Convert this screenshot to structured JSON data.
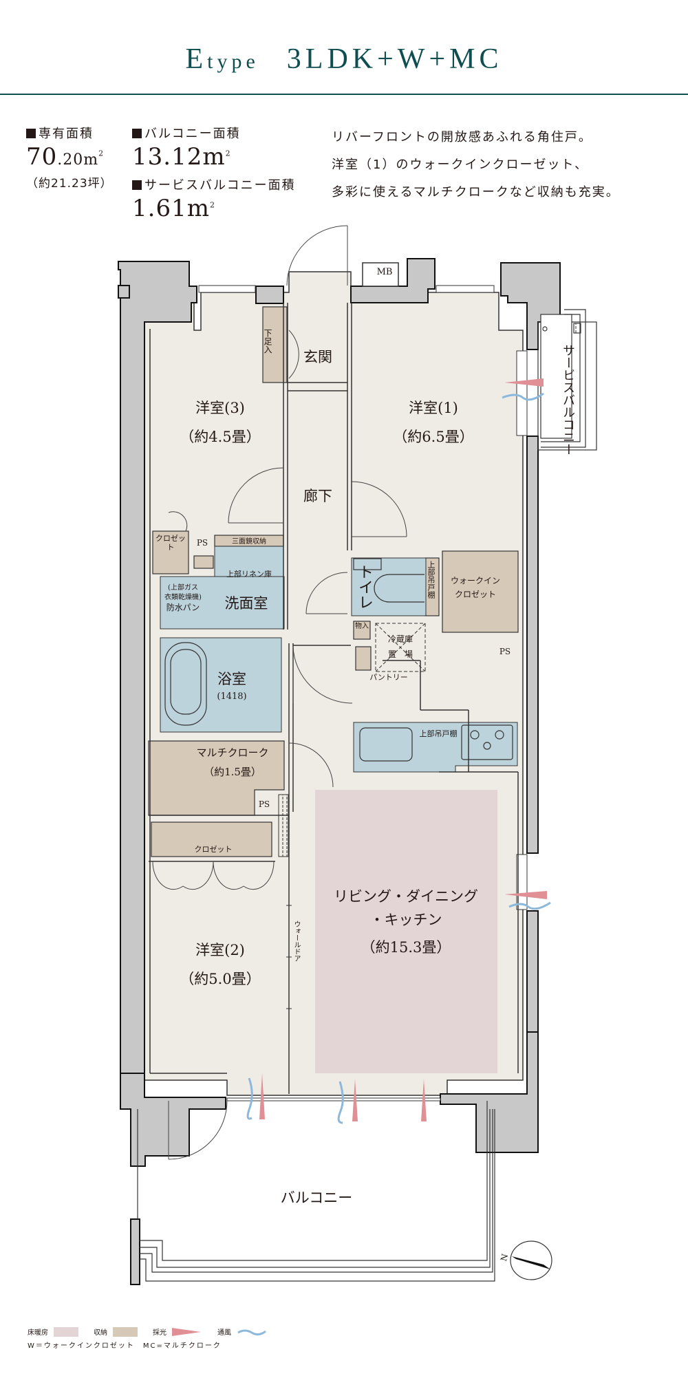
{
  "header": {
    "type_letter": "E",
    "type_word": "type",
    "layout": "3LDK+W+MC"
  },
  "areas": {
    "exclusive": {
      "label": "専有面積",
      "value_int": "70",
      "value_dec": ".20m",
      "unit_sup": "2",
      "tsubo": "（約21.23坪）"
    },
    "balcony": {
      "label": "バルコニー面積",
      "value": "13.12m",
      "unit_sup": "2"
    },
    "service_balcony": {
      "label": "サービスバルコニー面積",
      "value": "1.61m",
      "unit_sup": "2"
    }
  },
  "description": [
    "リバーフロントの開放感あふれる角住戸。",
    "洋室（1）のウォークインクローゼット、",
    "多彩に使えるマルチクロークなど収納も充実。"
  ],
  "rooms": {
    "western3": {
      "name": "洋室(3)",
      "size": "（約4.5畳）"
    },
    "western1": {
      "name": "洋室(1)",
      "size": "（約6.5畳）"
    },
    "western2": {
      "name": "洋室(2)",
      "size": "（約5.0畳）"
    },
    "ldk": {
      "name1": "リビング・ダイニング",
      "name2": "・キッチン",
      "size": "（約15.3畳）"
    },
    "entrance": "玄関",
    "hallway": "廊下",
    "washroom": "洗面室",
    "bath": {
      "name": "浴室",
      "size": "(1418)"
    },
    "toilet": "トイレ",
    "multi_cloak": {
      "name": "マルチクローク",
      "size": "（約1.5畳）"
    },
    "walk_in": {
      "name1": "ウォークイン",
      "name2": "クロゼット"
    },
    "balcony": "バルコニー",
    "service_balcony": "サービスバルコニー"
  },
  "fixtures": {
    "mb": "MB",
    "ps": "PS",
    "shoe_storage": "下足入",
    "closet_small": "クロゼット",
    "three_mirror": "三面鏡収納",
    "linen": "上部リネン庫",
    "dryer": [
      "(上部ガス",
      "衣類乾燥機)",
      "防水パン"
    ],
    "upper_cabinet": "上部吊戸棚",
    "storage": "物入",
    "fridge": [
      "冷蔵庫",
      "置　場"
    ],
    "pantry": "パントリー",
    "closet": "クロゼット",
    "wall_door": "ウォールドア",
    "compass": "N"
  },
  "legend": {
    "floor_heating": "床暖房",
    "storage": "収納",
    "lighting": "採光",
    "ventilation": "通風",
    "note": "W＝ウォークインクロゼット　MC=マルチクローク"
  },
  "colors": {
    "title": "#0e4d50",
    "floor": "#efece6",
    "wall": "#c8c8c8",
    "storage": "#d6c9b8",
    "wet": "#bdd3dc",
    "heating": "#e3d5d5",
    "light_arrow": "#e08f94",
    "wind": "#8cb8dc"
  }
}
